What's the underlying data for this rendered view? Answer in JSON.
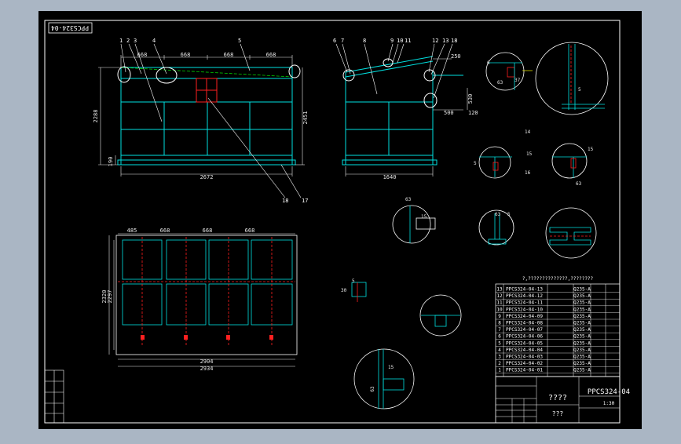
{
  "drawing": {
    "code_mirrored": "PPCS324-04",
    "title_code": "PPCS324-04",
    "title_name": "????",
    "title_sub": "???",
    "scale_label": "1:30"
  },
  "main_view": {
    "top_dims": [
      "668",
      "668",
      "668",
      "668"
    ],
    "overall_width": "2672",
    "height_left": "2288",
    "height_right": "2451",
    "base_height": "190",
    "part_labels": [
      "1",
      "2",
      "3",
      "4",
      "5"
    ],
    "callouts": [
      "18",
      "17"
    ]
  },
  "side_view": {
    "part_labels": [
      "6",
      "7",
      "8",
      "9",
      "10",
      "11",
      "12",
      "13",
      "18"
    ],
    "dims": [
      "250",
      "500",
      "120",
      "530",
      "1640"
    ]
  },
  "plan_view": {
    "top_dims": [
      "485",
      "668",
      "668",
      "668"
    ],
    "width_inner": "2904",
    "width_outer": "2934",
    "height_outer": "2320",
    "height_inner": "2297"
  },
  "details": {
    "d1_dims": [
      "6",
      "63",
      "37"
    ],
    "d2_dims": [
      "5"
    ],
    "d3_dims": [
      "14",
      "15",
      "16",
      "5"
    ],
    "d4_dims": [
      "15",
      "63"
    ],
    "d5_dims": [
      "63",
      "15"
    ],
    "d6_dims": [
      "63",
      "5"
    ],
    "d8_dims": [
      "5",
      "30"
    ],
    "d10_dims": [
      "15",
      "63"
    ]
  },
  "bom": {
    "header": "?,??????????????,????????",
    "rows": [
      {
        "no": "13",
        "name": "PPCS324-04-13",
        "mat": "Q235-A"
      },
      {
        "no": "12",
        "name": "PPCS324-04-12",
        "mat": "Q235-A"
      },
      {
        "no": "11",
        "name": "PPCS324-04-11",
        "mat": "Q235-A"
      },
      {
        "no": "10",
        "name": "PPCS324-04-10",
        "mat": "Q235-A"
      },
      {
        "no": "9",
        "name": "PPCS324-04-09",
        "mat": "Q235-A"
      },
      {
        "no": "8",
        "name": "PPCS324-04-08",
        "mat": "Q235-A"
      },
      {
        "no": "7",
        "name": "PPCS324-04-07",
        "mat": "Q235-A"
      },
      {
        "no": "6",
        "name": "PPCS324-04-06",
        "mat": "Q235-A"
      },
      {
        "no": "5",
        "name": "PPCS324-04-05",
        "mat": "Q235-A"
      },
      {
        "no": "4",
        "name": "PPCS324-04-04",
        "mat": "Q235-A"
      },
      {
        "no": "3",
        "name": "PPCS324-04-03",
        "mat": "Q235-A"
      },
      {
        "no": "2",
        "name": "PPCS324-04-02",
        "mat": "Q235-A"
      },
      {
        "no": "1",
        "name": "PPCS324-04-01",
        "mat": "Q235-A"
      }
    ]
  },
  "colors": {
    "outer_bg": "#aab6c4",
    "paper": "#000000",
    "frame": "#ffffff",
    "object": "#00e0e0",
    "dimension": "#e8e8e8",
    "leader": "#ffffff",
    "weld": "#d9d900",
    "hidden": "#ff2020",
    "green_mark": "#00d000"
  }
}
